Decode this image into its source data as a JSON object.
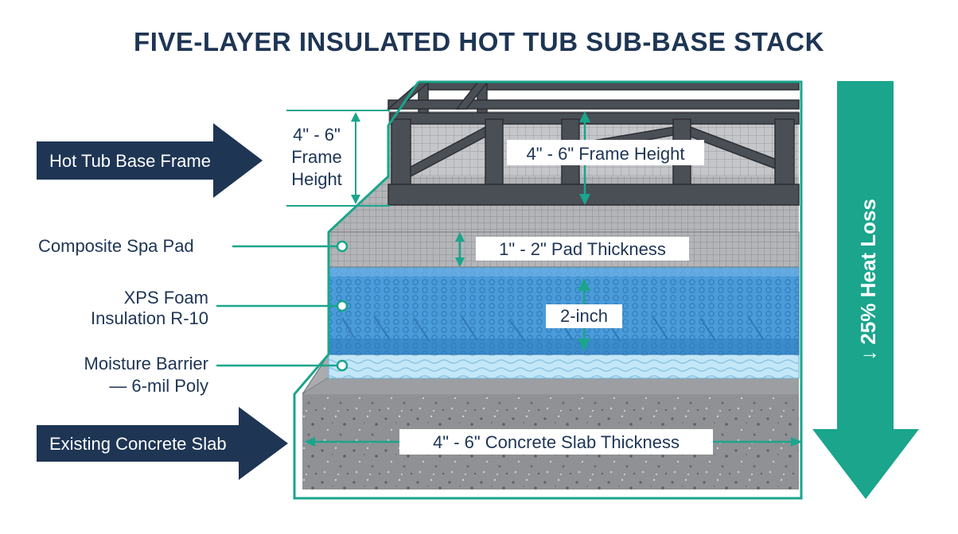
{
  "title": "FIVE-LAYER INSULATED HOT TUB SUB-BASE STACK",
  "layers": {
    "frame": {
      "label": "Hot Tub Base Frame",
      "dimension": "4\" - 6\" Frame Height"
    },
    "frame_side_dimension": [
      "4\" - 6\"",
      "Frame",
      "Height"
    ],
    "spa_pad": {
      "label": "Composite Spa Pad",
      "dimension": "1\" - 2\" Pad Thickness"
    },
    "xps": {
      "label_lines": [
        "XPS Foam",
        "Insulation R-10"
      ],
      "dimension": "2-inch"
    },
    "moisture": {
      "label_lines": [
        "Moisture Barrier",
        "— 6-mil Poly"
      ]
    },
    "concrete": {
      "label": "Existing Concrete Slab",
      "dimension": "4\" - 6\" Concrete Slab Thickness"
    }
  },
  "heat_loss": {
    "label": "↓ 25% Heat Loss"
  },
  "colors": {
    "navy": "#1e3554",
    "teal": "#1aa58c",
    "frame_gray": "#4a4e55",
    "pad_gray": "#a7a9ad",
    "xps_blue": "#3b8fd0",
    "moisture_blue": "#bfe4f6",
    "concrete_gray": "#8f9194"
  }
}
